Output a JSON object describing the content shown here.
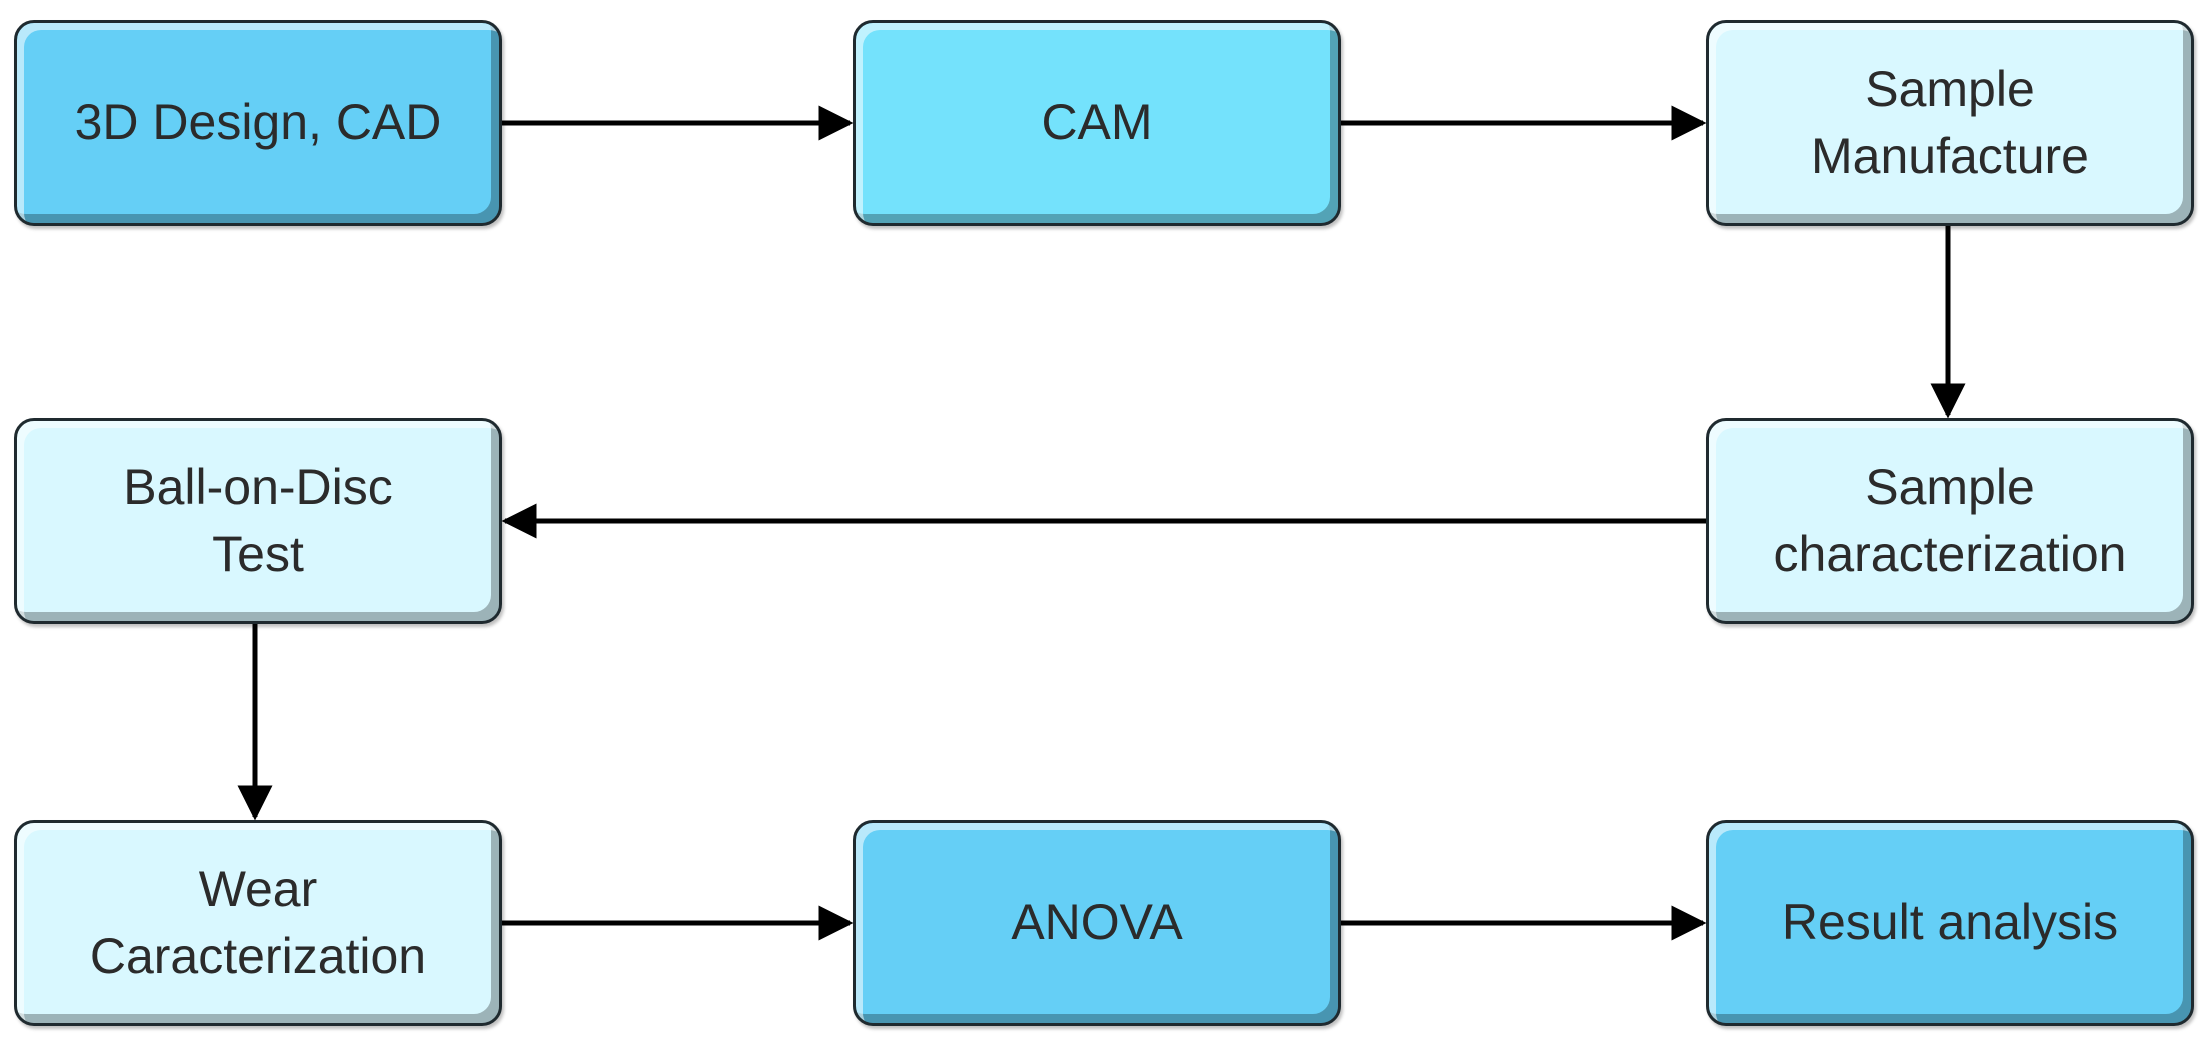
{
  "nodes": {
    "cad": {
      "label": "3D Design, CAD"
    },
    "cam": {
      "label": "CAM"
    },
    "manufacture": {
      "label": "Sample\nManufacture"
    },
    "ball_on_disc": {
      "label": "Ball-on-Disc\nTest"
    },
    "characterization": {
      "label": "Sample\ncharacterization"
    },
    "wear": {
      "label": "Wear\nCaracterization"
    },
    "anova": {
      "label": "ANOVA"
    },
    "result": {
      "label": "Result analysis"
    }
  },
  "colors": {
    "box_dark": "#65cff6",
    "box_mid": "#74e2fc",
    "box_light": "#d9f8ff",
    "border": "#1f2a2f",
    "arrow": "#000000"
  },
  "flow": [
    [
      "cad",
      "cam"
    ],
    [
      "cam",
      "manufacture"
    ],
    [
      "manufacture",
      "characterization"
    ],
    [
      "characterization",
      "ball_on_disc"
    ],
    [
      "ball_on_disc",
      "wear"
    ],
    [
      "wear",
      "anova"
    ],
    [
      "anova",
      "result"
    ]
  ]
}
